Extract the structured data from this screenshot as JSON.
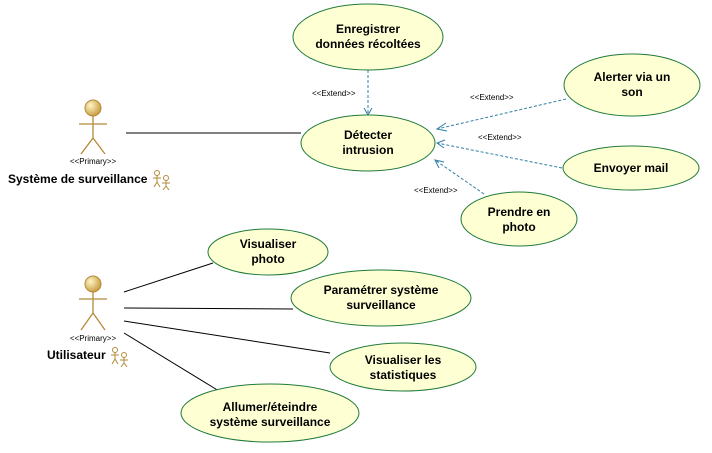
{
  "actors": [
    {
      "id": "systeme",
      "stereotype": "<<Primary>>",
      "name": "Système de surveillance"
    },
    {
      "id": "utilisateur",
      "stereotype": "<<Primary>>",
      "name": "Utilisateur"
    }
  ],
  "use_cases": [
    {
      "id": "enregistrer",
      "lines": [
        "Enregistrer",
        "données récoltées"
      ]
    },
    {
      "id": "detecter",
      "lines": [
        "Détecter",
        "intrusion"
      ]
    },
    {
      "id": "alerter",
      "lines": [
        "Alerter via un",
        "son"
      ]
    },
    {
      "id": "envoyer",
      "lines": [
        "Envoyer mail"
      ]
    },
    {
      "id": "prendre",
      "lines": [
        "Prendre en",
        "photo"
      ]
    },
    {
      "id": "visualiser_photo",
      "lines": [
        "Visualiser",
        "photo"
      ]
    },
    {
      "id": "parametrer",
      "lines": [
        "Paramétrer système",
        "surveillance"
      ]
    },
    {
      "id": "visualiser_stats",
      "lines": [
        "Visualiser les",
        "statistiques"
      ]
    },
    {
      "id": "allumer",
      "lines": [
        "Allumer/éteindre",
        "système surveillance"
      ]
    }
  ],
  "extend_label": "<<Extend>>",
  "colors": {
    "usecase_fill": "#ffffd4",
    "usecase_border": "#1f7a3a",
    "extend_line": "#2f7fa6",
    "actor": "#b58a3a"
  }
}
